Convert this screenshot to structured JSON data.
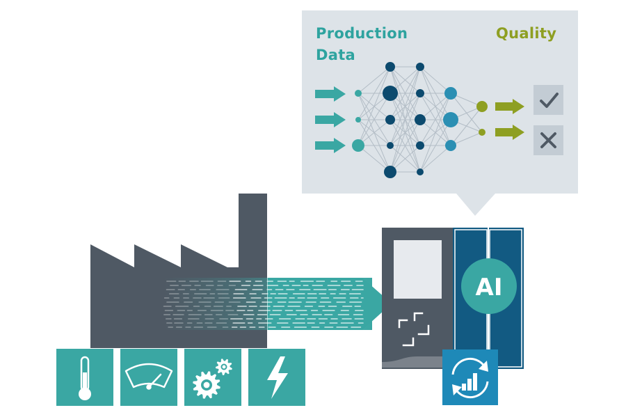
{
  "labels": {
    "production_line1": "Production",
    "production_line2": "Data",
    "quality": "Quality",
    "ai": "AI"
  },
  "colors": {
    "teal": "#3aa7a3",
    "teal_text": "#2ea39f",
    "olive": "#8e9f22",
    "navy": "#0c4a6e",
    "navy_dark": "#0a3a58",
    "mid_blue": "#2b8fb3",
    "light_blue": "#5cb8c8",
    "factory_gray": "#4f5964",
    "panel_gray": "#dde3e8",
    "check_box": "#c3ccd4",
    "ai_panel": "#125a82",
    "icon_box": "#3aa7a3",
    "icon_box_blue": "#1e89b8"
  },
  "icons": [
    "thermometer-icon",
    "gauge-icon",
    "gears-icon",
    "lightning-icon",
    "analytics-cycle-icon",
    "checkmark-icon",
    "cross-icon"
  ],
  "neural_network": {
    "layers": [
      3,
      5,
      5,
      3,
      2
    ],
    "inputs": 3,
    "outputs": 2
  }
}
